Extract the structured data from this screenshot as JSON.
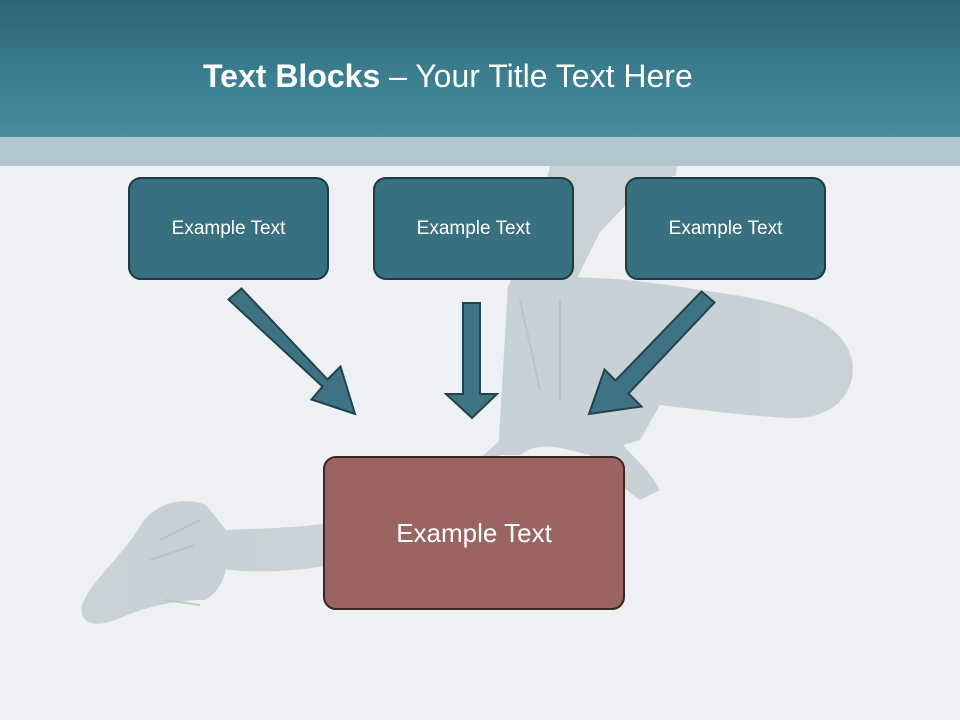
{
  "title": {
    "bold": "Text Blocks",
    "dash": " – ",
    "rest": "Your Title Text Here"
  },
  "blocks": [
    {
      "label": "Example Text"
    },
    {
      "label": "Example Text"
    },
    {
      "label": "Example Text"
    }
  ],
  "target": {
    "label": "Example Text"
  },
  "colors": {
    "header": "#3b7e8f",
    "header_band": "#b2c6cd",
    "block_fill": "#38707f",
    "target_fill": "#9a6462",
    "arrow_fill": "#3d7383",
    "background": "#edf1f3"
  }
}
